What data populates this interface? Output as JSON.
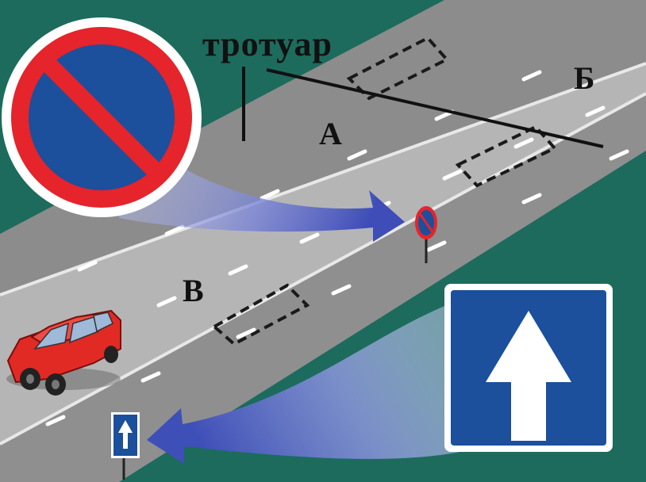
{
  "labels": {
    "sidewalk": "тротуар",
    "zone_a": "А",
    "zone_b": "Б",
    "zone_v": "В"
  },
  "signs": {
    "no_parking": "no-parking-sign-icon",
    "one_way": "one-way-road-sign-icon"
  },
  "colors": {
    "grass": "#1d6b5d",
    "sidewalk": "#8f8f8f",
    "road": "#b4b4b4",
    "sign_blue": "#1c4f9c",
    "sign_red": "#e5242b",
    "car_red": "#e22a25",
    "pointer_blue": "#5565c4"
  }
}
